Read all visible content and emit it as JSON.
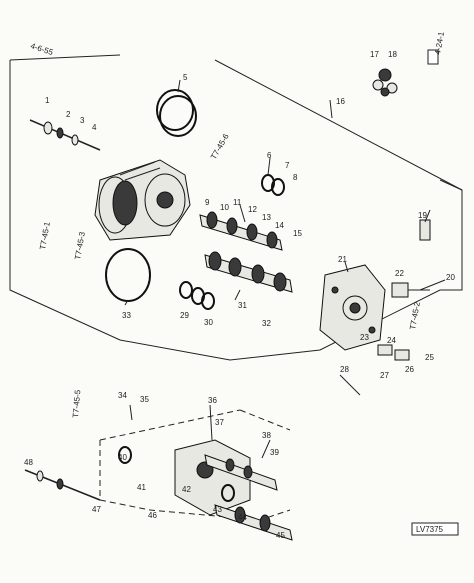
{
  "callouts": {
    "c1": "1",
    "c2": "2",
    "c3": "3",
    "c4": "4",
    "c5": "5",
    "c6": "6",
    "c7": "7",
    "c8": "8",
    "c9": "9",
    "c10": "10",
    "c11": "11",
    "c12": "12",
    "c13": "13",
    "c14": "14",
    "c15": "15",
    "c16": "16",
    "c17": "17",
    "c18": "18",
    "c19": "19",
    "c20": "20",
    "c21": "21",
    "c22": "22",
    "c23": "23",
    "c24": "24",
    "c25": "25",
    "c26": "26",
    "c27": "27",
    "c28": "28",
    "c29": "29",
    "c30": "30",
    "c31": "31",
    "c32": "32",
    "c33": "33",
    "c34": "34",
    "c35": "35",
    "c36": "36",
    "c37": "37",
    "c38": "38",
    "c39": "39",
    "c40": "40",
    "c41": "41",
    "c42": "42",
    "c43": "43",
    "c44": "44",
    "c45": "45",
    "c46": "46",
    "c47": "47",
    "c48": "48"
  },
  "refs": {
    "ref1": "4-6-55",
    "ref2": "T7-45-1",
    "ref3": "T7-45-3",
    "ref4": "T7-45-6",
    "ref5": "T7-45-5",
    "ref6": "4-24-1",
    "ref7": "T7-45-2"
  },
  "drawing_id": "LV7375"
}
